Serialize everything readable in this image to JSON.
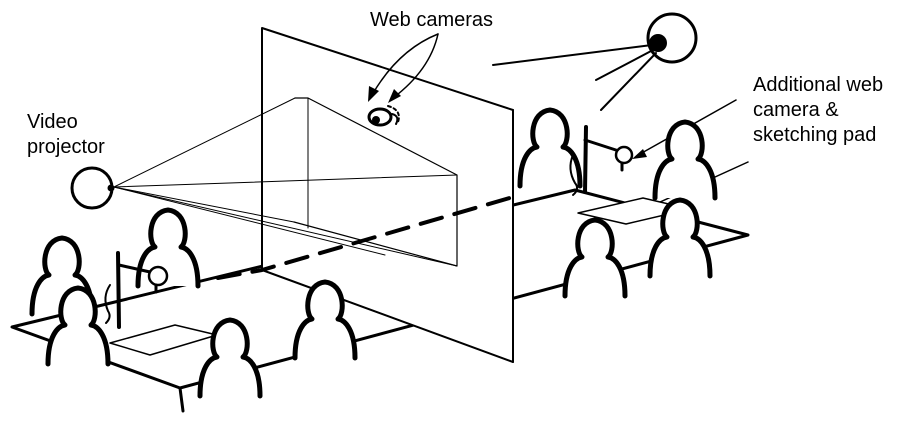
{
  "labels": {
    "web_cameras": "Web cameras",
    "video_projector": [
      "Video",
      "projector"
    ],
    "additional": [
      "Additional web",
      "camera &",
      "sketching pad"
    ]
  },
  "colors": {
    "ink": "#000000",
    "paper": "#ffffff"
  }
}
